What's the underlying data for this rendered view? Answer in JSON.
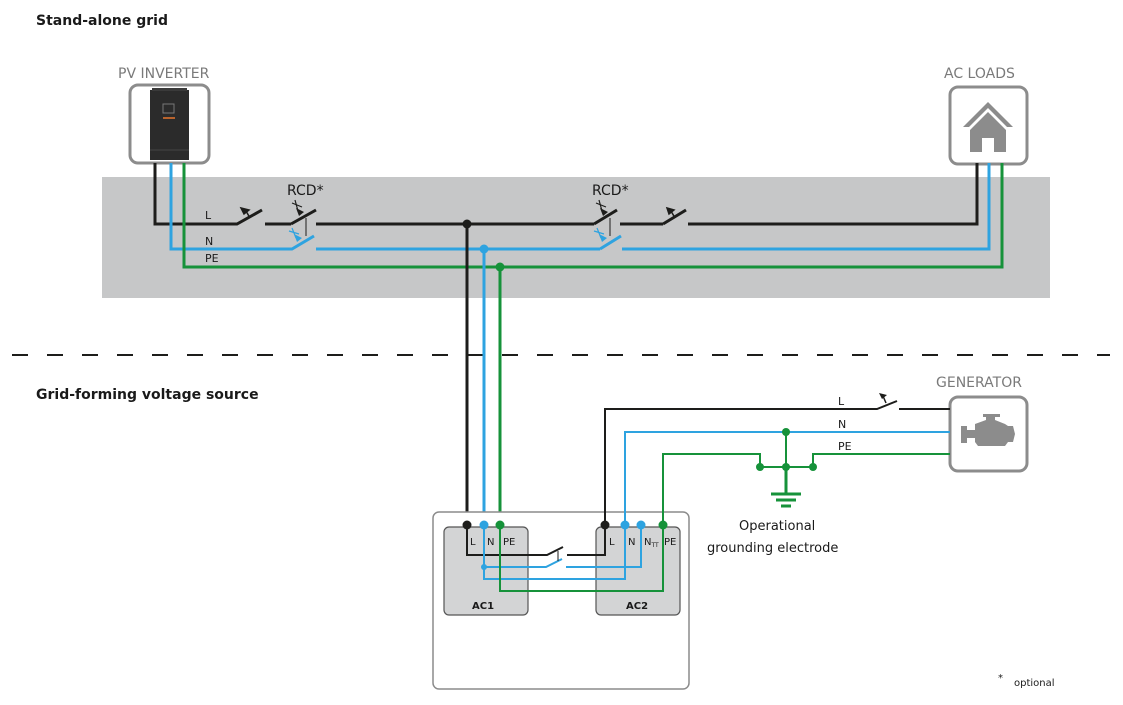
{
  "sections": {
    "standalone_title": "Stand-alone grid",
    "gridforming_title": "Grid-forming voltage source"
  },
  "devices": {
    "pv_inverter": "PV INVERTER",
    "ac_loads": "AC LOADS",
    "generator": "GENERATOR"
  },
  "wires": {
    "L": "L",
    "N": "N",
    "PE": "PE"
  },
  "rcd": {
    "label_1": "RCD*",
    "label_2": "RCD*"
  },
  "terminals": {
    "ac1": {
      "name": "AC1",
      "labels": [
        "L",
        "N",
        "PE"
      ]
    },
    "ac2": {
      "name": "AC2",
      "labels": [
        "L",
        "N",
        "NTT",
        "PE"
      ]
    }
  },
  "grounding": {
    "line1": "Operational",
    "line2": "grounding electrode"
  },
  "footnote": {
    "star": "*",
    "text": "optional"
  },
  "colors": {
    "L": "#1d1d1b",
    "N": "#2ea3e0",
    "PE": "#16923a",
    "panel": "#c6c7c8",
    "device_border": "#8c8c8c",
    "device_label": "#7a7a7a"
  }
}
